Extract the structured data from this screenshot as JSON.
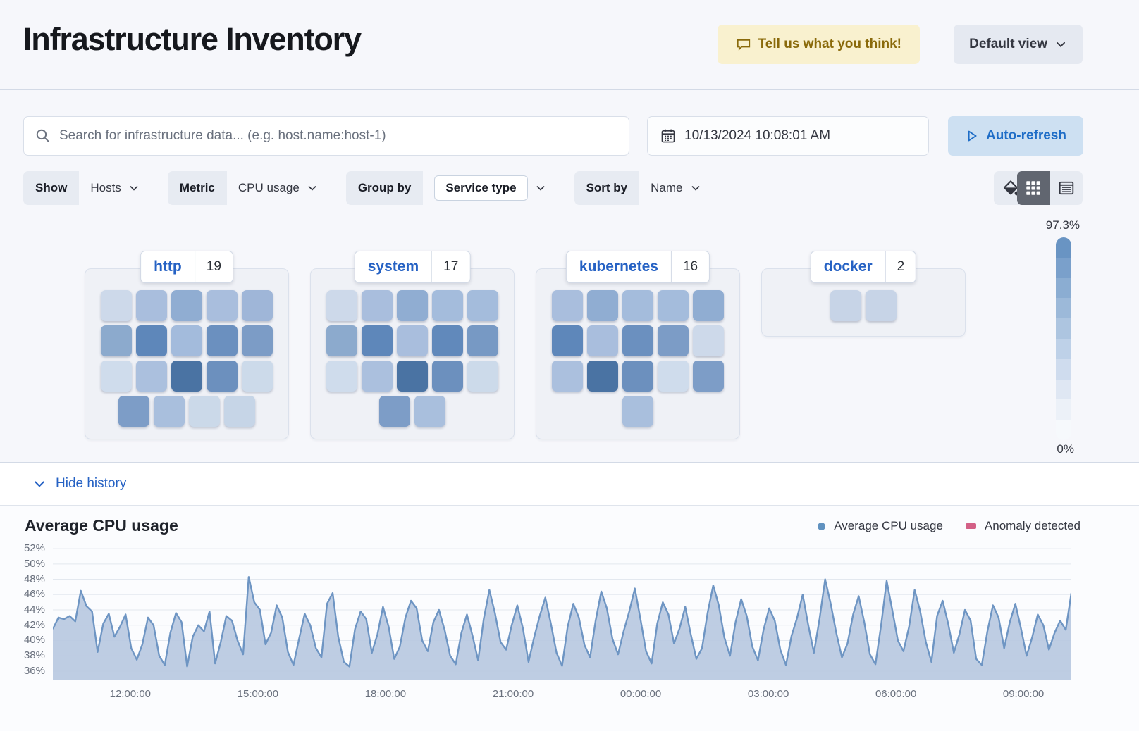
{
  "header": {
    "title": "Infrastructure Inventory",
    "feedback_label": "Tell us what you think!",
    "view_label": "Default view"
  },
  "toolbar": {
    "search_placeholder": "Search for infrastructure data... (e.g. host.name:host-1)",
    "datetime": "10/13/2024 10:08:01 AM",
    "autorefresh_label": "Auto-refresh"
  },
  "filters": {
    "show": {
      "label": "Show",
      "value": "Hosts"
    },
    "metric": {
      "label": "Metric",
      "value": "CPU usage"
    },
    "group_by": {
      "label": "Group by",
      "value": "Service type"
    },
    "sort_by": {
      "label": "Sort by",
      "value": "Name"
    }
  },
  "legend_scale": {
    "max": "97.3%",
    "min": "0%",
    "steps": [
      "#6994c3",
      "#7aa0cb",
      "#8badd2",
      "#9cb9d9",
      "#adc5e0",
      "#bed1e8",
      "#cfdcee",
      "#dfe7f3",
      "#ecf1f8",
      "#f6f9fc"
    ]
  },
  "groups": [
    {
      "name": "http",
      "count": "19",
      "rows": [
        [
          "#cdd9ea",
          "#a9bedd",
          "#90add2",
          "#a9bedd",
          "#9fb6d8"
        ],
        [
          "#8caacd",
          "#5e87ba",
          "#a3bbdc",
          "#6b90bf",
          "#7c9cc6"
        ],
        [
          "#cfdcec",
          "#abc0de",
          "#4a73a3",
          "#6c90be",
          "#ccdaea"
        ],
        [
          "#7d9dc7",
          "#a9bfdd",
          "#cbd9e9",
          "#c6d5e7"
        ]
      ]
    },
    {
      "name": "system",
      "count": "17",
      "rows": [
        [
          "#cdd9ea",
          "#a9bedd",
          "#90add2",
          "#a4bcdc",
          "#a4bcdc"
        ],
        [
          "#8caacd",
          "#5e87ba",
          "#a9bedd",
          "#6189bb",
          "#7799c4"
        ],
        [
          "#cfdcec",
          "#abc0de",
          "#4a73a3",
          "#6c90be",
          "#ccdaea"
        ],
        [
          "#7d9dc7",
          "#a9bfdd"
        ]
      ]
    },
    {
      "name": "kubernetes",
      "count": "16",
      "rows": [
        [
          "#a9bedd",
          "#90add2",
          "#a4bcdc",
          "#a4bcdc",
          "#90add2"
        ],
        [
          "#5e87ba",
          "#a9bedd",
          "#6b90bf",
          "#7c9cc6",
          "#cdd9ea"
        ],
        [
          "#abc0de",
          "#4a73a3",
          "#6c90be",
          "#cfdcec",
          "#7d9dc7"
        ],
        [
          "#a9bfdd"
        ]
      ]
    },
    {
      "name": "docker",
      "count": "2",
      "rows": [
        [
          "#c7d4e7",
          "#c7d4e7"
        ]
      ]
    }
  ],
  "history": {
    "toggle_label": "Hide history"
  },
  "chart_data": {
    "type": "area",
    "title": "Average CPU usage",
    "legend": [
      {
        "label": "Average CPU usage",
        "color": "#6092c0",
        "marker": "dot"
      },
      {
        "label": "Anomaly detected",
        "color": "#d36086",
        "marker": "rect"
      }
    ],
    "x_ticks": [
      "12:00:00",
      "15:00:00",
      "18:00:00",
      "21:00:00",
      "00:00:00",
      "03:00:00",
      "06:00:00",
      "09:00:00"
    ],
    "y_ticks": [
      "52%",
      "50%",
      "48%",
      "46%",
      "44%",
      "42%",
      "40%",
      "38%",
      "36%"
    ],
    "ylim": [
      36,
      52
    ],
    "unit": "%",
    "grid": true,
    "legend_position": "top-right",
    "line_color": "#6e95c3",
    "fill_color": "#b7c8e0",
    "values": [
      41.5,
      43.0,
      42.8,
      43.2,
      42.5,
      46.5,
      44.5,
      43.8,
      38.5,
      42.2,
      43.5,
      40.5,
      41.8,
      43.4,
      39.0,
      37.5,
      39.5,
      43.0,
      42.0,
      38.0,
      36.8,
      41.0,
      43.6,
      42.4,
      36.6,
      40.5,
      42.0,
      41.2,
      43.8,
      37.0,
      39.8,
      43.2,
      42.6,
      40.0,
      38.2,
      48.3,
      45.0,
      44.0,
      39.5,
      41.0,
      44.6,
      43.0,
      38.5,
      36.8,
      40.2,
      43.5,
      42.0,
      39.0,
      37.8,
      44.8,
      46.2,
      40.5,
      37.2,
      36.6,
      41.5,
      43.8,
      42.8,
      38.4,
      40.8,
      44.4,
      41.8,
      37.6,
      39.2,
      43.0,
      45.2,
      44.2,
      40.0,
      38.6,
      42.4,
      44.0,
      41.4,
      38.0,
      36.9,
      41.0,
      43.4,
      40.6,
      37.4,
      42.8,
      46.6,
      43.6,
      39.8,
      38.8,
      42.0,
      44.6,
      41.6,
      37.2,
      40.4,
      43.2,
      45.6,
      42.2,
      38.4,
      36.7,
      41.8,
      44.8,
      43.0,
      39.4,
      37.8,
      42.6,
      46.4,
      44.2,
      40.2,
      38.2,
      41.2,
      43.8,
      46.8,
      42.8,
      38.6,
      37.0,
      42.2,
      45.0,
      43.4,
      39.6,
      41.6,
      44.4,
      40.8,
      37.6,
      39.0,
      43.6,
      47.2,
      44.6,
      40.4,
      38.0,
      42.4,
      45.4,
      43.2,
      39.2,
      37.4,
      41.4,
      44.2,
      42.6,
      38.8,
      36.8,
      40.6,
      43.0,
      46.0,
      42.0,
      38.4,
      42.8,
      48.0,
      44.8,
      41.0,
      37.8,
      39.6,
      43.4,
      45.8,
      42.4,
      38.2,
      36.9,
      42.0,
      47.8,
      44.0,
      40.0,
      38.6,
      41.8,
      46.6,
      43.8,
      39.8,
      37.2,
      43.2,
      45.2,
      42.2,
      38.4,
      40.8,
      44.0,
      42.6,
      37.6,
      36.8,
      41.2,
      44.6,
      43.0,
      39.0,
      42.4,
      44.8,
      41.6,
      38.0,
      40.4,
      43.4,
      42.0,
      38.8,
      41.0,
      42.6,
      41.4,
      46.2
    ]
  }
}
